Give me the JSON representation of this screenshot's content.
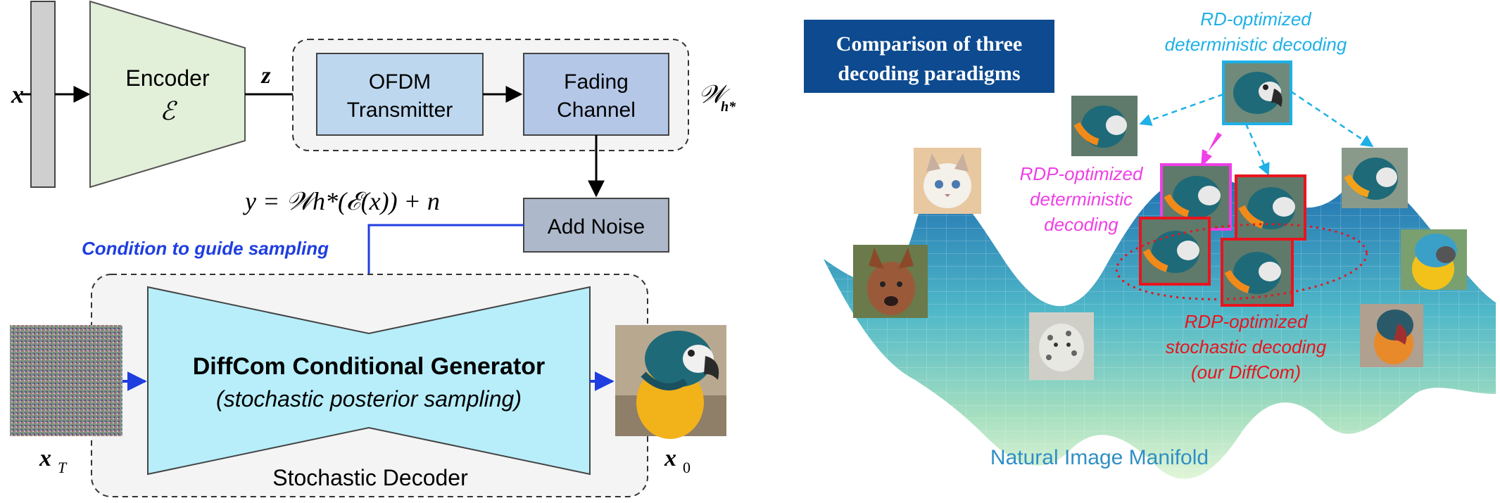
{
  "left_panel": {
    "input_var": "x",
    "encoder": {
      "title": "Encoder",
      "symbol": "ℰ"
    },
    "latent_var": "z",
    "ofdm": {
      "line1": "OFDM",
      "line2": "Transmitter"
    },
    "fading": {
      "line1": "Fading",
      "line2": "Channel"
    },
    "channel_group_symbol": "𝒲",
    "channel_group_subscript": "h*",
    "equation": "y = 𝒲h*(ℰ(x)) + n",
    "add_noise": "Add Noise",
    "condition_label": "Condition to guide sampling",
    "generator": {
      "title": "DiffCom Conditional Generator",
      "subtitle": "(stochastic posterior sampling)"
    },
    "decoder_label": "Stochastic Decoder",
    "noise_var": "x",
    "noise_var_subscript": "T",
    "output_var": "x",
    "output_var_subscript": "0"
  },
  "right_panel": {
    "title_line1": "Comparison of three",
    "title_line2": "decoding paradigms",
    "rd": {
      "line1": "RD-optimized",
      "line2": "deterministic decoding"
    },
    "rdp_det": {
      "line1": "RDP-optimized",
      "line2": "deterministic",
      "line3": "decoding"
    },
    "rdp_sto": {
      "line1": "RDP-optimized",
      "line2": "stochastic decoding",
      "line3": "(our DiffCom)"
    },
    "manifold_label": "Natural Image Manifold"
  },
  "colors": {
    "encoder_fill": "#e2efd9",
    "ofdm_fill": "#bdd7ee",
    "fading_fill": "#b4c7e7",
    "noise_fill": "#adb9ca",
    "generator_fill": "#b7eefa",
    "condition_blue": "#1f3ee0",
    "title_bg": "#0d4a8f",
    "rd_cyan": "#1fb0e6",
    "rdp_magenta": "#ef3fe6",
    "rdp_red": "#e8141e",
    "manifold_text": "#2f8fc4"
  },
  "icons": [
    "parrot-image",
    "cat-image",
    "dog-image",
    "snow-leopard-image",
    "noise-image"
  ]
}
